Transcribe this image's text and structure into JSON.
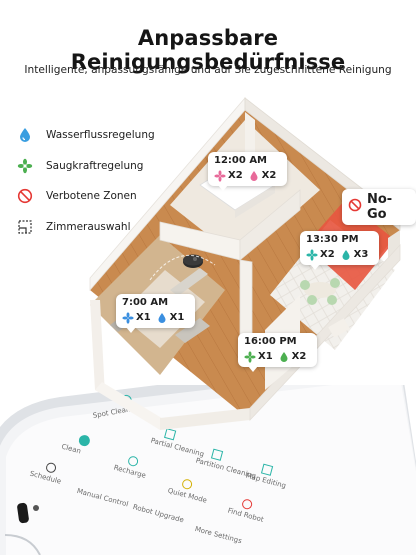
{
  "header": {
    "title": "Anpassbare Reinigungsbedürfnisse",
    "subtitle": "Intelligente, anpassungsfähige und auf Sie zugeschnittene Reinigung"
  },
  "features": [
    {
      "label": "Wasserflussregelung",
      "icon": "water-drop-icon",
      "color": "#3a9ee0"
    },
    {
      "label": "Saugkraftregelung",
      "icon": "fan-icon",
      "color": "#4caf50"
    },
    {
      "label": "Verbotene Zonen",
      "icon": "no-entry-icon",
      "color": "#e53935"
    },
    {
      "label": "Zimmerauswahl",
      "icon": "room-select-icon",
      "color": "#333333"
    }
  ],
  "schedules": [
    {
      "time": "12:00 AM",
      "suction": "X2",
      "water": "X2"
    },
    {
      "time": "13:30 PM",
      "suction": "X2",
      "water": "X3"
    },
    {
      "time": "7:00 AM",
      "suction": "X1",
      "water": "X1"
    },
    {
      "time": "16:00 PM",
      "suction": "X1",
      "water": "X2"
    }
  ],
  "nogo": {
    "label": "No-Go"
  },
  "app_menu": {
    "items": [
      {
        "label": "Spot Cleaning",
        "icon": "spot-icon"
      },
      {
        "label": "Partial Cleaning",
        "icon": "partial-icon"
      },
      {
        "label": "Clean",
        "icon": "clean-icon"
      },
      {
        "label": "Partition Cleaning",
        "icon": "partition-icon"
      },
      {
        "label": "Map Editing",
        "icon": "map-edit-icon"
      },
      {
        "label": "Schedule",
        "icon": "schedule-icon"
      },
      {
        "label": "Recharge",
        "icon": "recharge-icon"
      },
      {
        "label": "Quiet Mode",
        "icon": "quiet-icon"
      },
      {
        "label": "Find Robot",
        "icon": "find-robot-icon"
      },
      {
        "label": "Manual Control",
        "icon": "manual-icon"
      },
      {
        "label": "Robot Upgrade",
        "icon": "upgrade-icon"
      },
      {
        "label": "More Settings",
        "icon": "settings-icon"
      }
    ]
  },
  "colors": {
    "accent": "#2bb5a8",
    "nogo_zone": "#e8553f",
    "floor": "#c98a4f"
  }
}
